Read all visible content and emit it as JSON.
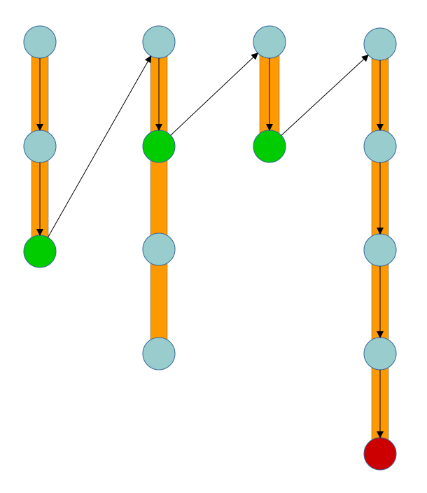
{
  "colors": {
    "bar": "#ff9900",
    "node_default": "#99cccc",
    "node_green": "#00cc00",
    "node_red": "#cc0000",
    "node_stroke": "#336699",
    "arrow": "#000000"
  },
  "columns": [
    {
      "id": "column-1",
      "nodes": [
        {
          "status": "default"
        },
        {
          "status": "default"
        },
        {
          "status": "green"
        }
      ]
    },
    {
      "id": "column-2",
      "nodes": [
        {
          "status": "default"
        },
        {
          "status": "green"
        },
        {
          "status": "default"
        },
        {
          "status": "default"
        }
      ]
    },
    {
      "id": "column-3",
      "nodes": [
        {
          "status": "default"
        },
        {
          "status": "green"
        }
      ]
    },
    {
      "id": "column-4",
      "nodes": [
        {
          "status": "default"
        },
        {
          "status": "default"
        },
        {
          "status": "default"
        },
        {
          "status": "default"
        },
        {
          "status": "red"
        }
      ]
    }
  ],
  "edges": [
    {
      "from": [
        0,
        0
      ],
      "to": [
        0,
        1
      ]
    },
    {
      "from": [
        0,
        1
      ],
      "to": [
        0,
        2
      ]
    },
    {
      "from": [
        0,
        2
      ],
      "to": [
        1,
        0
      ]
    },
    {
      "from": [
        1,
        0
      ],
      "to": [
        1,
        1
      ]
    },
    {
      "from": [
        1,
        1
      ],
      "to": [
        2,
        0
      ]
    },
    {
      "from": [
        2,
        0
      ],
      "to": [
        2,
        1
      ]
    },
    {
      "from": [
        2,
        1
      ],
      "to": [
        3,
        0
      ]
    },
    {
      "from": [
        3,
        0
      ],
      "to": [
        3,
        1
      ]
    },
    {
      "from": [
        3,
        1
      ],
      "to": [
        3,
        2
      ]
    },
    {
      "from": [
        3,
        2
      ],
      "to": [
        3,
        3
      ]
    },
    {
      "from": [
        3,
        3
      ],
      "to": [
        3,
        4
      ]
    }
  ]
}
